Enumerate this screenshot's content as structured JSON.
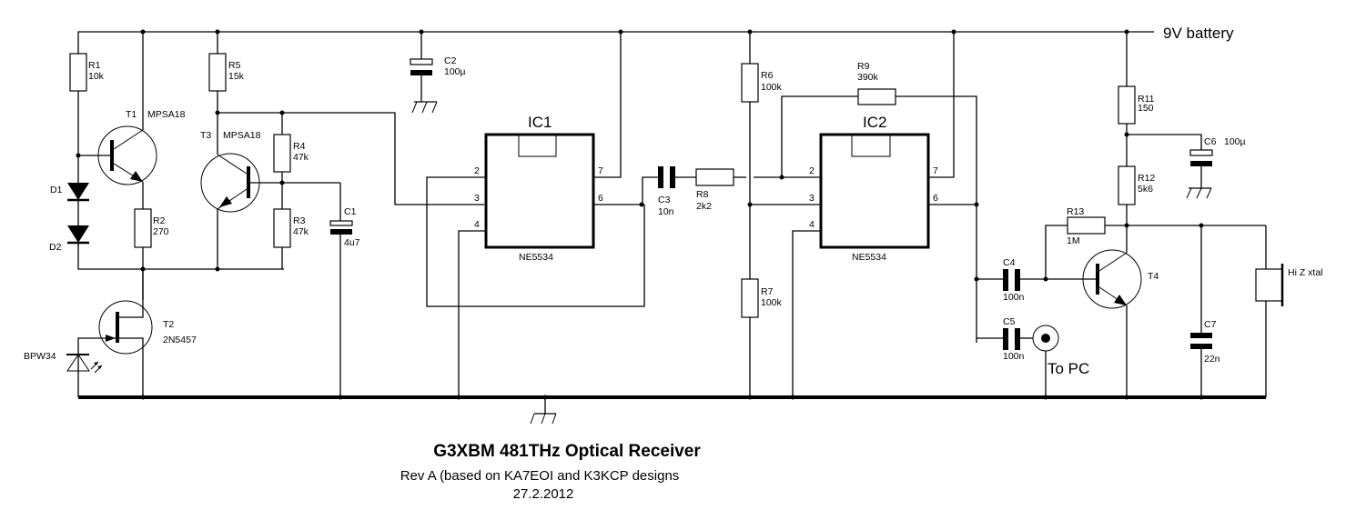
{
  "supply_label": "9V battery",
  "output_label": "To PC",
  "title": "G3XBM 481THz Optical Receiver",
  "subtitle": "Rev A (based on KA7EOI and K3KCP designs",
  "date": "27.2.2012",
  "components": {
    "R1": {
      "ref": "R1",
      "value": "10k"
    },
    "R2": {
      "ref": "R2",
      "value": "270"
    },
    "R3": {
      "ref": "R3",
      "value": "47k"
    },
    "R4": {
      "ref": "R4",
      "value": "47k"
    },
    "R5": {
      "ref": "R5",
      "value": "15k"
    },
    "R6": {
      "ref": "R6",
      "value": "100k"
    },
    "R7": {
      "ref": "R7",
      "value": "100k"
    },
    "R8": {
      "ref": "R8",
      "value": "2k2"
    },
    "R9": {
      "ref": "R9",
      "value": "390k"
    },
    "R11": {
      "ref": "R11",
      "value": "150"
    },
    "R12": {
      "ref": "R12",
      "value": "5k6"
    },
    "R13": {
      "ref": "R13",
      "value": "1M"
    },
    "C1": {
      "ref": "C1",
      "value": "4u7"
    },
    "C2": {
      "ref": "C2",
      "value": "100µ"
    },
    "C3": {
      "ref": "C3",
      "value": "10n"
    },
    "C4": {
      "ref": "C4",
      "value": "100n"
    },
    "C5": {
      "ref": "C5",
      "value": "100n"
    },
    "C6": {
      "ref": "C6",
      "value": "100µ"
    },
    "C7": {
      "ref": "C7",
      "value": "22n"
    },
    "D1": {
      "ref": "D1"
    },
    "D2": {
      "ref": "D2"
    },
    "PD": {
      "ref": "BPW34"
    },
    "T1": {
      "ref": "T1",
      "value": "MPSA18"
    },
    "T2": {
      "ref": "T2",
      "value": "2N5457"
    },
    "T3": {
      "ref": "T3",
      "value": "MPSA18"
    },
    "T4": {
      "ref": "T4"
    },
    "IC1": {
      "ref": "IC1",
      "value": "NE5534",
      "pins": [
        "2",
        "3",
        "4",
        "7",
        "6"
      ]
    },
    "IC2": {
      "ref": "IC2",
      "value": "NE5534",
      "pins": [
        "2",
        "3",
        "4",
        "7",
        "6"
      ]
    },
    "XTAL": {
      "ref": "Hi Z xtal"
    }
  }
}
